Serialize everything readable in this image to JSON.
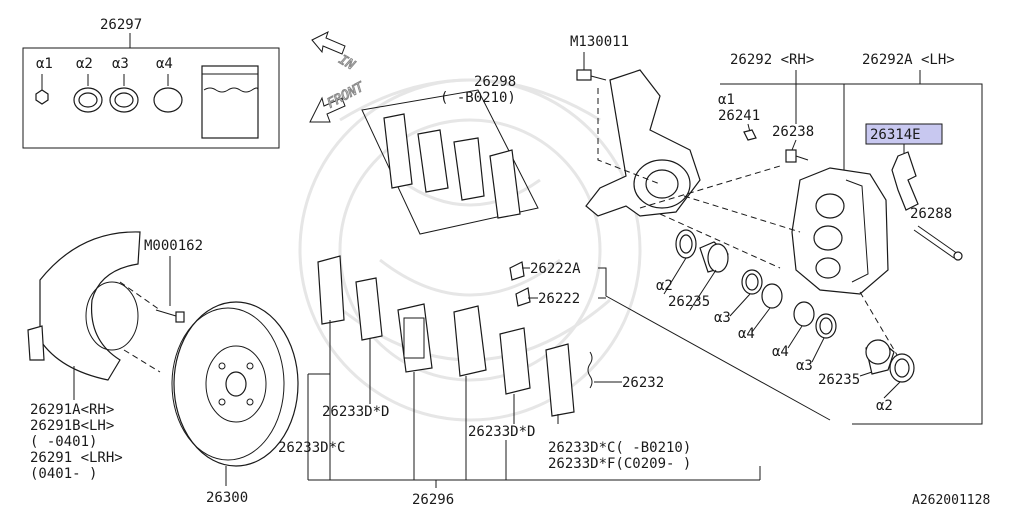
{
  "highlight_color": "#c8c8f0",
  "labels": {
    "kit": "26297",
    "kit_a1": "α1",
    "kit_a2": "α2",
    "kit_a3": "α3",
    "kit_a4": "α4",
    "pad_set_top": "26298",
    "pad_set_top_range": "(      -B0210)",
    "dir_in": "IN",
    "dir_front": "FRONT",
    "bolt_knuckle": "M130011",
    "caliper_rh": "26292 <RH>",
    "caliper_lh": "26292A <LH>",
    "cal_a1": "α1",
    "bleeder": "26241",
    "bleeder_screw": "26238",
    "clip_highlight": "26314E",
    "pin": "26288",
    "shim_a": "26222A",
    "shim": "26222",
    "piston_seal_a2_left": "α2",
    "piston_left": "26235",
    "seal_a3_left": "α3",
    "seal_a4_left": "α4",
    "seal_a4_right": "α4",
    "seal_a3_right": "α3",
    "piston_right": "26235",
    "seal_a2_right": "α2",
    "shield_bolt": "M000162",
    "shield_l1": "26291A<RH>",
    "shield_l2": "26291B<LH>",
    "shield_l3": "(    -0401)",
    "shield_l4": "26291  <LRH>",
    "shield_l5": "(0401-    )",
    "rotor": "26300",
    "shim_d_left": "26233D*D",
    "shim_c_left": "26233D*C",
    "shim_d_right": "26233D*D",
    "shim_c_right": "26233D*C(    -B0210)",
    "shim_f_right": "26233D*F(C0209-    )",
    "pad_group": "26232",
    "pad_set_bottom": "26296",
    "figure_id": "A262001128"
  }
}
